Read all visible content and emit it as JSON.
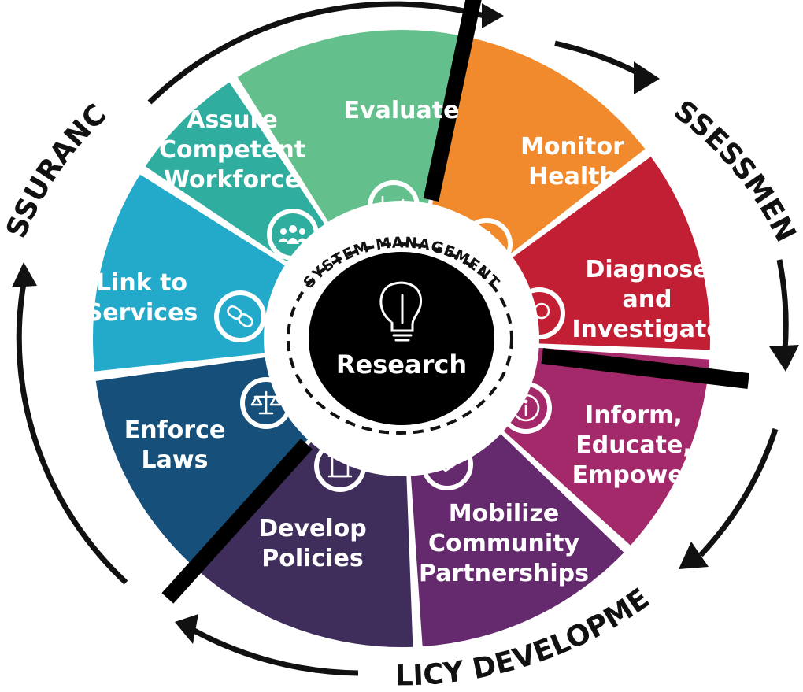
{
  "phases": {
    "assurance": "ASSURANCE",
    "assessment": "ASSESSMENT",
    "policy_development": "POLICY DEVELOPMENT"
  },
  "system_management": "SYSTEM MANAGEMENT",
  "center": {
    "label": "Research",
    "icon": "lightbulb-icon"
  },
  "segments": [
    {
      "id": "evaluate",
      "lines": [
        "Evaluate"
      ],
      "color": "#63c08c",
      "icon": "chart-icon"
    },
    {
      "id": "monitor-health",
      "lines": [
        "Monitor",
        "Health"
      ],
      "color": "#f08a2c",
      "icon": "plus-icon"
    },
    {
      "id": "diagnose-investigate",
      "lines": [
        "Diagnose",
        "and",
        "Investigate"
      ],
      "color": "#c31f34",
      "icon": "magnifier-icon"
    },
    {
      "id": "inform-educate-empower",
      "lines": [
        "Inform,",
        "Educate,",
        "Empower"
      ],
      "color": "#a4296b",
      "icon": "info-icon"
    },
    {
      "id": "mobilize-community-partnerships",
      "lines": [
        "Mobilize",
        "Community",
        "Partnerships"
      ],
      "color": "#642a6d",
      "icon": "handshake-icon"
    },
    {
      "id": "develop-policies",
      "lines": [
        "Develop",
        "Policies"
      ],
      "color": "#3f2d5c",
      "icon": "scroll-icon"
    },
    {
      "id": "enforce-laws",
      "lines": [
        "Enforce",
        "Laws"
      ],
      "color": "#16507a",
      "icon": "scales-icon"
    },
    {
      "id": "link-to-services",
      "lines": [
        "Link to",
        "Services"
      ],
      "color": "#23aacb",
      "icon": "chain-link-icon"
    },
    {
      "id": "assure-competent-workforce",
      "lines": [
        "Assure",
        "Competent",
        "Workforce"
      ],
      "color": "#2fae9f",
      "icon": "people-icon"
    }
  ]
}
